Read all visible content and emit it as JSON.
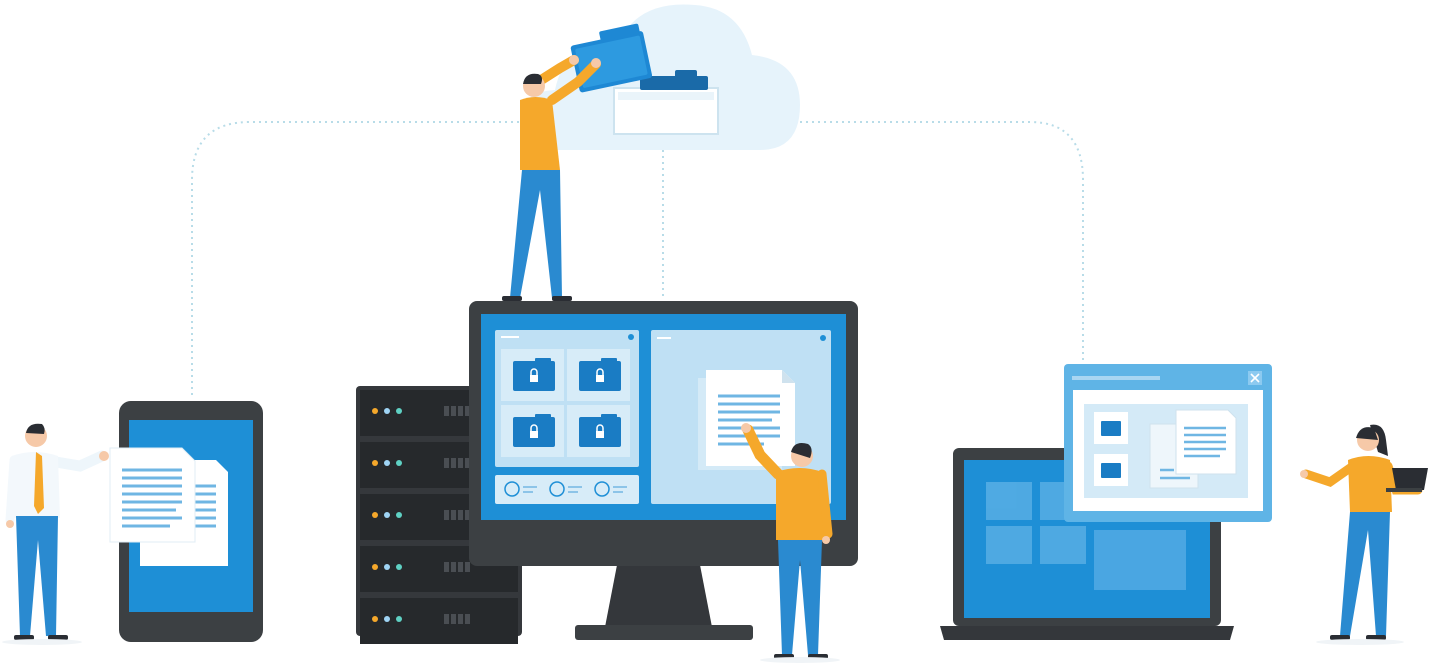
{
  "scene": {
    "subject": "cloud-storage-illustration",
    "elements": [
      "cloud-with-file-drawer",
      "person-uploading-folder",
      "desktop-monitor",
      "server-rack",
      "smartphone",
      "laptop",
      "floating-window",
      "person-with-document",
      "person-at-monitor",
      "person-with-laptop"
    ]
  },
  "colors": {
    "screen_blue": "#1e8fd6",
    "light_blue": "#cfe8f7",
    "panel_blue": "#bfe0f4",
    "dark_gray": "#3c4043",
    "shirt_yellow": "#f5a82b",
    "pants_blue": "#2a8ad0",
    "cloud": "#e6f3fb",
    "dotted_line": "#b8dce8",
    "folder_blue": "#1a7cc4"
  },
  "icons": [
    "folder-lock-icon",
    "document-icon",
    "close-icon",
    "windows-logo-icon",
    "led-icon"
  ]
}
